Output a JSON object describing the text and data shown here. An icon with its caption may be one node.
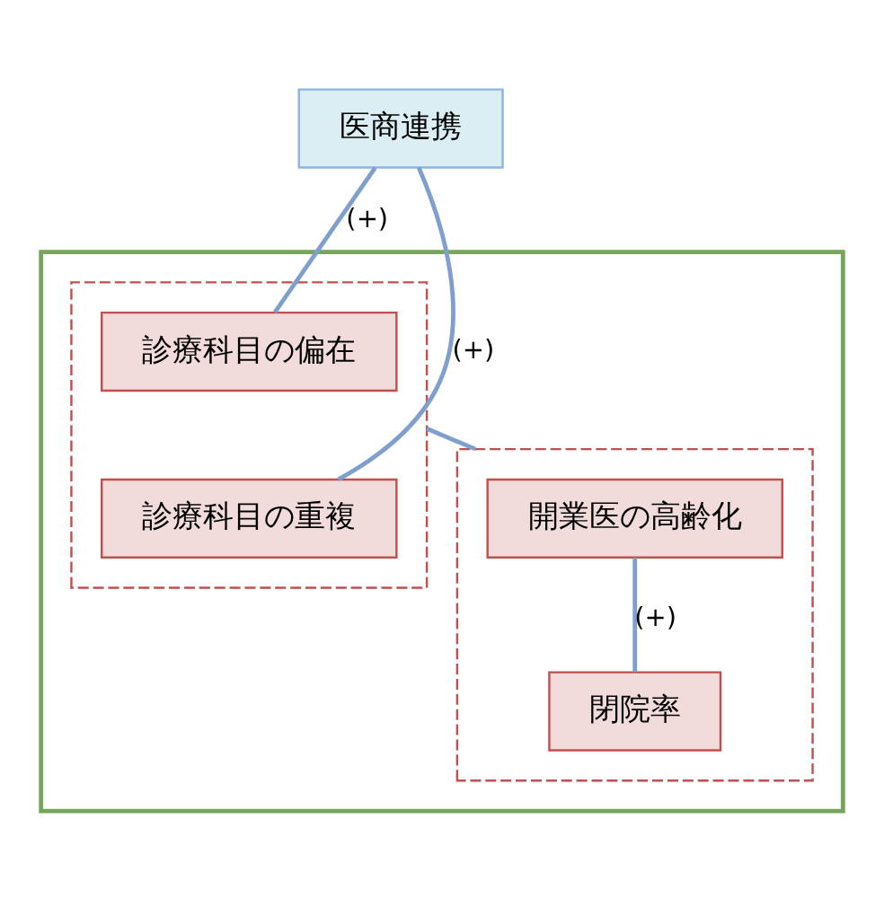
{
  "diagram": {
    "nodes": [
      {
        "text": [],
        "shape": "box"
      },
      {
        "text": [],
        "shape": "box",
        "in": 0
      },
      {
        "text": [
          "診療科目の偏在"
        ],
        "in": 1
      },
      {
        "text": [
          "診療科目の重複"
        ],
        "in": 1
      },
      {
        "text": [],
        "shape": "box",
        "in": 0
      },
      {
        "text": [
          "開業医の高齢化"
        ],
        "in": 4
      },
      {
        "text": [
          "閉院率"
        ],
        "in": 4
      },
      {
        "text": [
          "医商連携"
        ]
      }
    ],
    "edges": [
      {
        "from": 7,
        "to": 2,
        "arrow": "none",
        "label": "(+)"
      },
      {
        "from": 7,
        "to": 3,
        "arrow": "none",
        "label": "(+)"
      },
      {
        "from": 1,
        "to": 4,
        "arrow": "none"
      },
      {
        "from": 5,
        "to": 6,
        "arrow": "none",
        "label": "(+)"
      }
    ]
  }
}
